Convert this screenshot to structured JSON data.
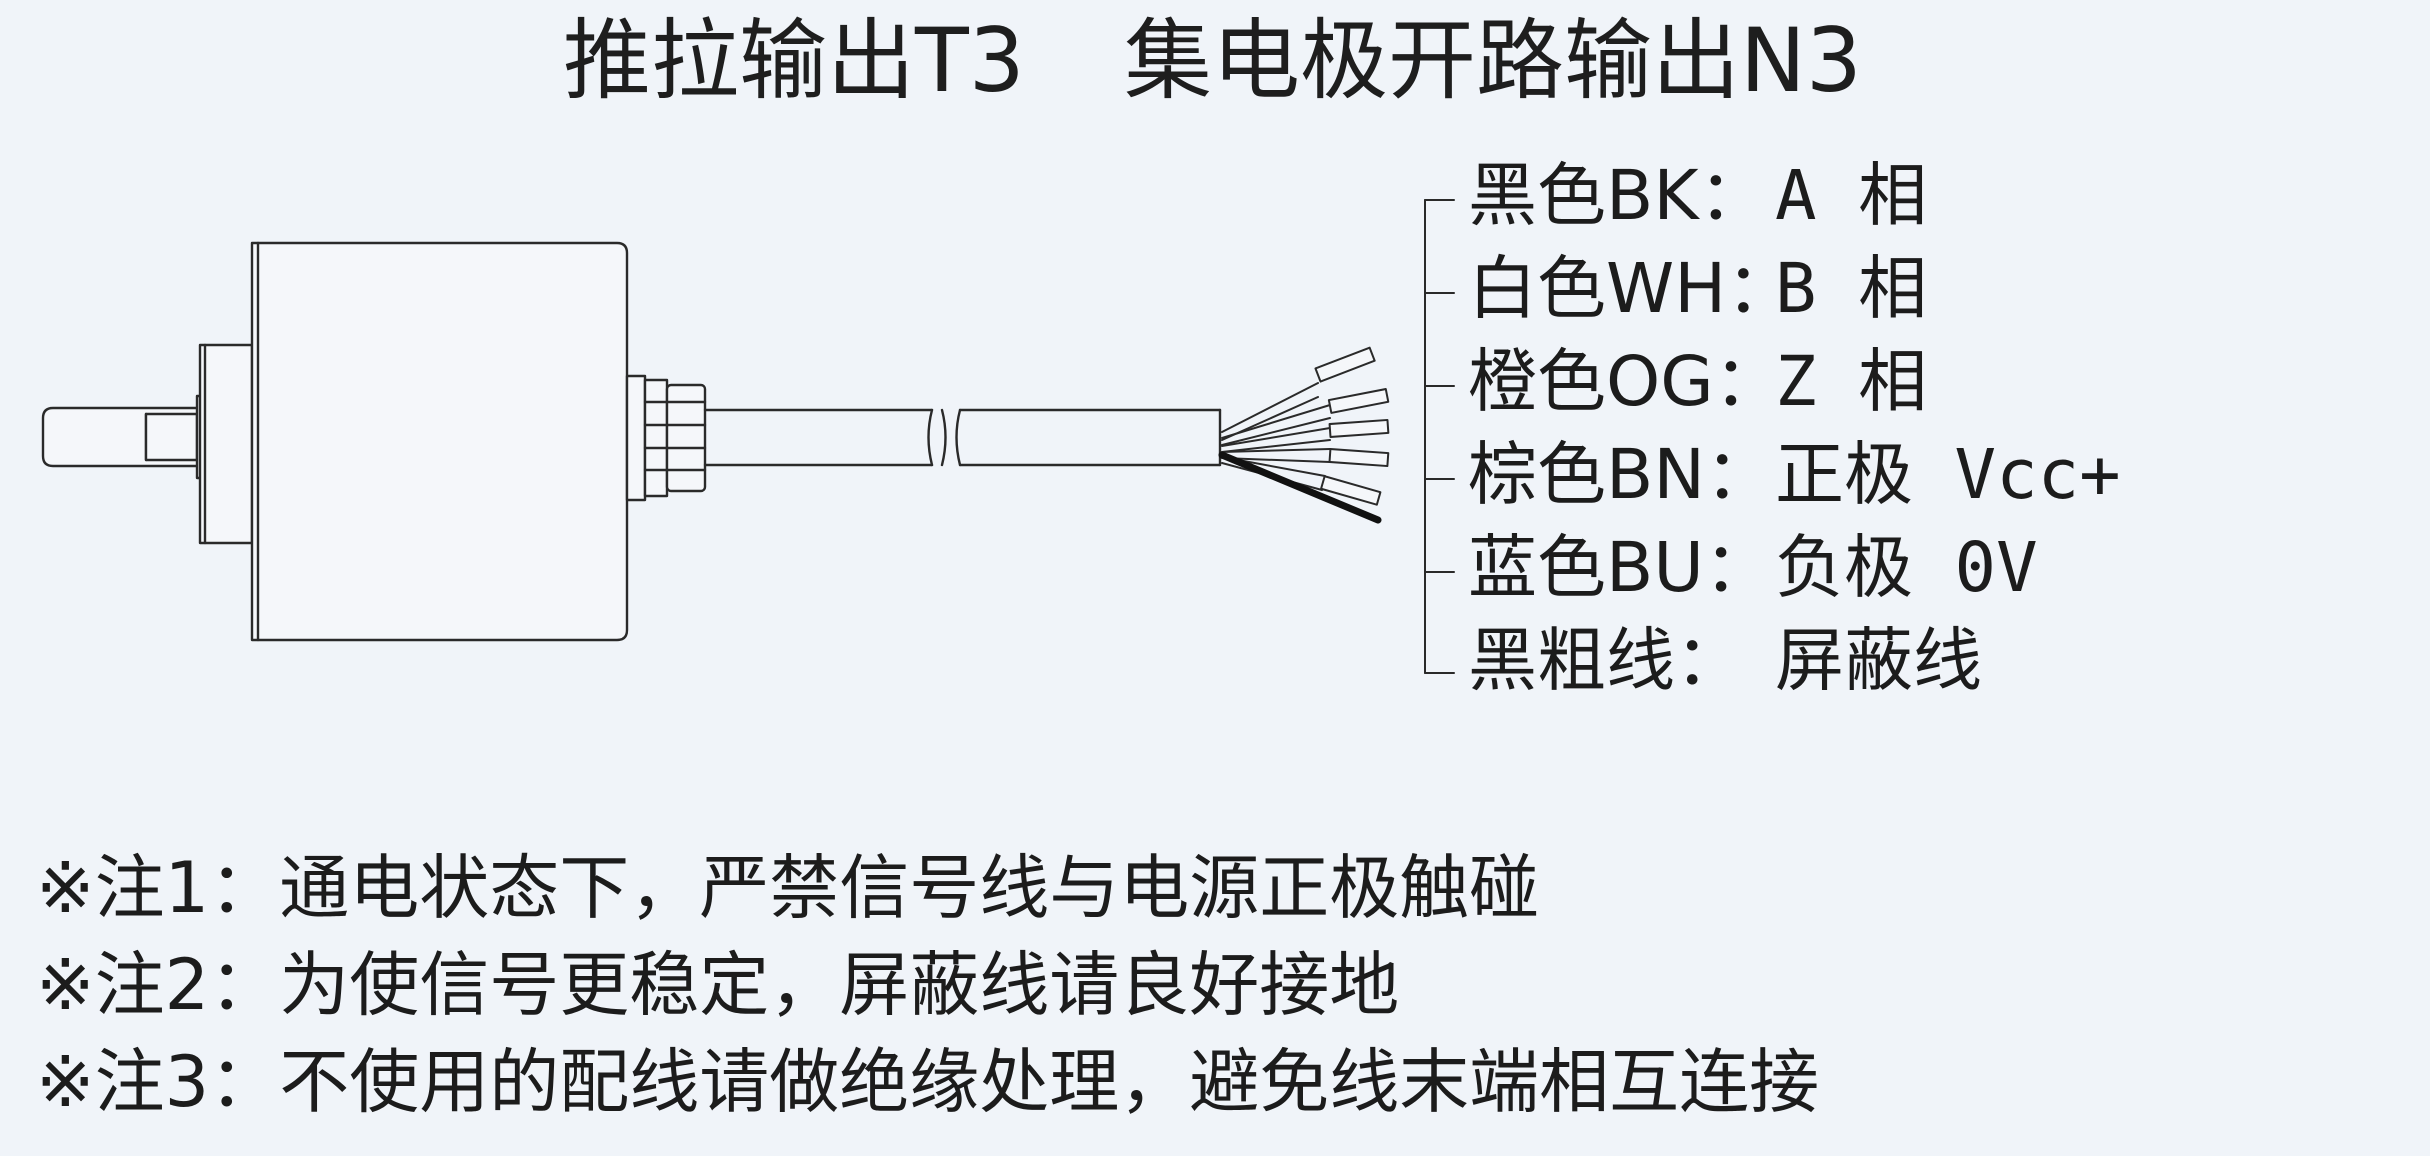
{
  "title": {
    "left": "推拉输出T3",
    "right": "集电极开路输出N3"
  },
  "wires": [
    {
      "name": "黑色BK：",
      "function": "A 相"
    },
    {
      "name": "白色WH：",
      "function": "B 相"
    },
    {
      "name": "橙色OG：",
      "function": "Z 相"
    },
    {
      "name": "棕色BN：",
      "function": "正极 Vcc+"
    },
    {
      "name": "蓝色BU：",
      "function": "负极 0V"
    },
    {
      "name": "黑粗线：",
      "function": "屏蔽线"
    }
  ],
  "notes": [
    "※注1：通电状态下，严禁信号线与电源正极触碰",
    "※注2：为使信号更稳定，屏蔽线请良好接地",
    "※注3：不使用的配线请做绝缘处理，避免线末端相互连接"
  ],
  "colors": {
    "background": "#f0f4f9",
    "ink": "#1c1c1c",
    "body_fill": "#f5f7fa"
  }
}
